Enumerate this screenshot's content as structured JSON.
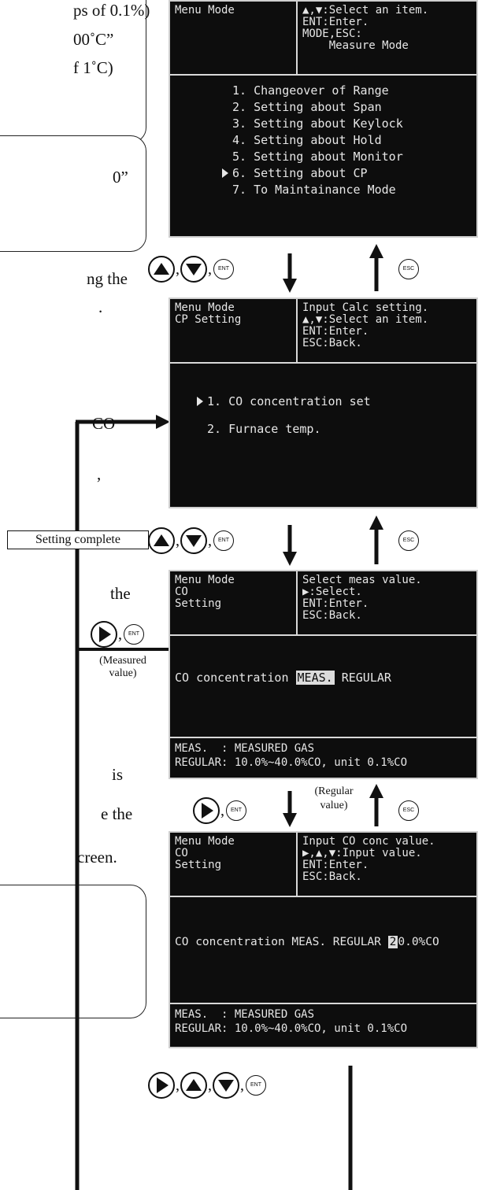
{
  "left_column": {
    "box1_lines": [
      "ps of 0.1%)",
      "00˚C”",
      "f 1˚C)"
    ],
    "box2_line": "0”",
    "text_lines": [
      "ng the",
      ".",
      "CO",
      ",",
      "the",
      "is",
      "e the",
      "creen."
    ]
  },
  "screens": {
    "menu": {
      "title": "Menu Mode",
      "help": [
        "▲,▼:Select an item.",
        "ENT:Enter.",
        "MODE,ESC:",
        "    Measure Mode"
      ],
      "items": [
        "1. Changeover of Range",
        "2. Setting about Span",
        "3. Setting about Keylock",
        "4. Setting about Hold",
        "5. Setting about Monitor",
        "6. Setting about CP",
        "7. To Maintainance Mode"
      ]
    },
    "cp": {
      "title": [
        "Menu Mode",
        "CP Setting"
      ],
      "help": [
        "Input Calc setting.",
        "▲,▼:Select an item.",
        "ENT:Enter.",
        "ESC:Back."
      ],
      "items": [
        "1. CO concentration set",
        "2. Furnace temp."
      ]
    },
    "co_select": {
      "title": [
        "Menu Mode",
        "CO",
        "Setting"
      ],
      "help": [
        "Select meas value.",
        "▶:Select.",
        "ENT:Enter.",
        "ESC:Back."
      ],
      "line_prefix": "CO concentration ",
      "meas": "MEAS.",
      "regular": " REGULAR",
      "footer": [
        "MEAS.  : MEASURED GAS",
        "REGULAR: 10.0%~40.0%CO, unit 0.1%CO"
      ]
    },
    "co_input": {
      "title": [
        "Menu Mode",
        "CO",
        "Setting"
      ],
      "help": [
        "Input CO conc value.",
        "▶,▲,▼:Input value.",
        "ENT:Enter.",
        "ESC:Back."
      ],
      "line_prefix": "CO concentration MEAS. REGULAR ",
      "digit": "2",
      "line_suffix": "0.0%CO",
      "footer": [
        "MEAS.  : MEASURED GAS",
        "REGULAR: 10.0%~40.0%CO, unit 0.1%CO"
      ]
    }
  },
  "buttons": {
    "enter": "ENT",
    "escape": "ESC"
  },
  "labels": {
    "setting_complete": "Setting complete",
    "measured": [
      "(Measured",
      "value)"
    ],
    "regular": [
      "(Regular",
      "value)"
    ]
  },
  "colors": {
    "screen_bg": "#0d0d0d",
    "screen_text": "#e6e6e6",
    "arrow": "#111111"
  }
}
